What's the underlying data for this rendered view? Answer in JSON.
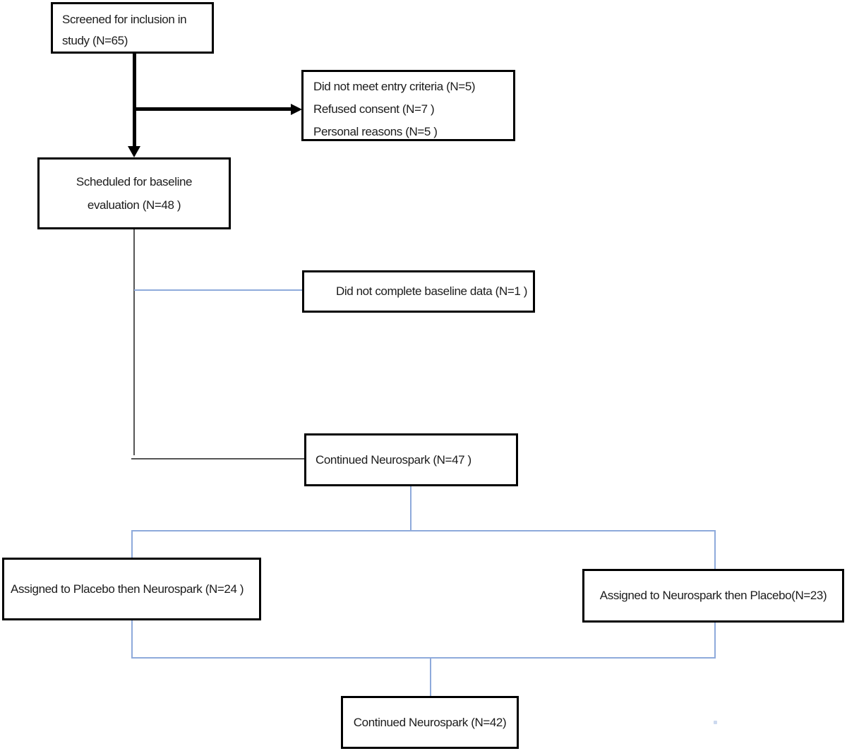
{
  "colors": {
    "box-border": "#000000",
    "connector-blue": "#8EAADB",
    "connector-gray": "#555555",
    "arrow-black": "#000000",
    "text-color": "#1c1c1c"
  },
  "nodes": {
    "screened": {
      "line1": "Screened for inclusion in",
      "line2": "study (N=65)"
    },
    "exclusions": {
      "line1": "Did not meet entry criteria  (N=5)",
      "line2": "Refused consent (N=7 )",
      "line3": "Personal reasons (N=5 )"
    },
    "scheduled": {
      "line1": "Scheduled for baseline",
      "line2": "evaluation (N=48 )"
    },
    "baseline_dropout": {
      "line1": "Did not complete baseline data (N=1 )"
    },
    "continued_47": {
      "line1": "Continued Neurospark (N=47 )"
    },
    "placebo_first": {
      "line1": "Assigned to Placebo then Neurospark (N=24 )"
    },
    "neurospark_first": {
      "line1": "Assigned to Neurospark then Placebo(N=23)"
    },
    "continued_42": {
      "line1": "Continued Neurospark (N=42)"
    }
  }
}
